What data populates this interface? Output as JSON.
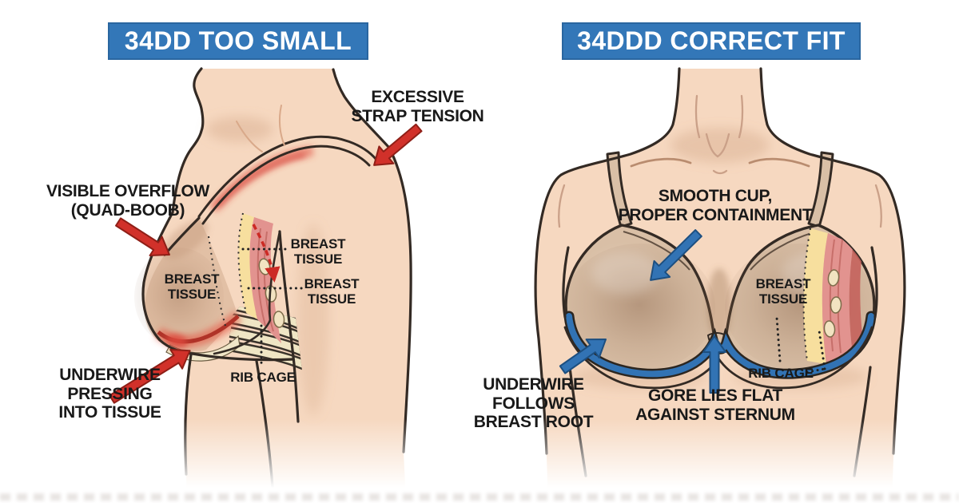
{
  "palette": {
    "banner_blue": "#3377b8",
    "banner_border": "#2a66a0",
    "underwire_blue": "#3273b4",
    "arrow_red": "#d1312a",
    "skin": "#f6d8c0",
    "bra_tan": "#d9bfa6",
    "fat_yellow": "#f7df9e",
    "muscle_pink": "#e2938f",
    "outline": "#332a24",
    "label_black": "#191919"
  },
  "left_panel": {
    "banner": "34DD TOO SMALL",
    "labels": {
      "visible_overflow": "VISIBLE OVERFLOW\n(QUAD-BOOB)",
      "excessive_strap": "EXCESSIVE\nSTRAP TENSION",
      "breast_tissue_inner": "BREAST\nTISSUE",
      "breast_tissue_upper": "BREAST\nTISSUE",
      "breast_tissue_lower": "BREAST\nTISSUE",
      "underwire_pressing": "UNDERWIRE\nPRESSING\nINTO TISSUE",
      "rib_cage": "RIB CAGE"
    }
  },
  "right_panel": {
    "banner": "34DDD CORRECT FIT",
    "labels": {
      "smooth_cup": "SMOOTH CUP,\nPROPER CONTAINMENT",
      "breast_tissue": "BREAST\nTISSUE",
      "underwire_follows": "UNDERWIRE\nFOLLOWS\nBREAST ROOT",
      "gore_flat": "GORE LIES FLAT\nAGAINST STERNUM",
      "rib_cage": "RIB CAGE"
    }
  }
}
